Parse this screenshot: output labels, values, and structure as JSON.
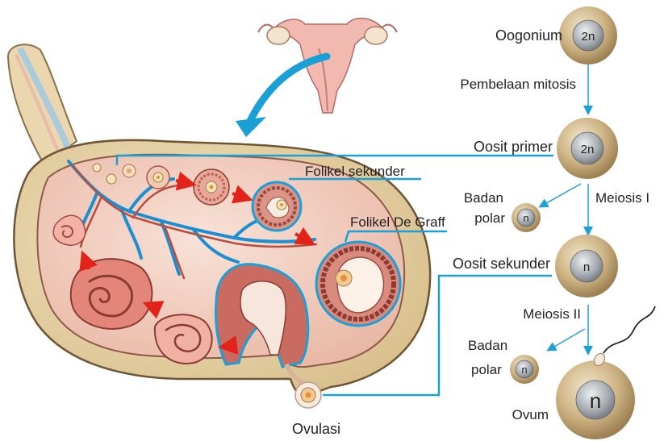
{
  "labels": {
    "oogonium": "Oogonium",
    "pembelaan_mitosis": "Pembelaan mitosis",
    "oosit_primer": "Oosit primer",
    "meiosis_1": "Meiosis I",
    "badan_polar_1a": "Badan",
    "badan_polar_1b": "polar",
    "oosit_sekunder": "Oosit sekunder",
    "meiosis_2": "Meiosis II",
    "badan_polar_2a": "Badan",
    "badan_polar_2b": "polar",
    "ovum": "Ovum",
    "folikel_sekunder": "Folikel sekunder",
    "folikel_de_graff": "Folikel De Graff",
    "ovulasi": "Ovulasi"
  },
  "cells": {
    "oogonium": "2n",
    "oosit_primer": "2n",
    "badan_polar_1": "n",
    "oosit_sekunder": "n",
    "badan_polar_2": "n",
    "ovum": "n"
  },
  "colors": {
    "leader_line": "#1ba0d7",
    "cell_outer": "#c7ad7d",
    "cell_nucleus": "#9ea3a8",
    "ovary_tissue": "#f2c9b9",
    "arrow_red": "#e2231a"
  }
}
